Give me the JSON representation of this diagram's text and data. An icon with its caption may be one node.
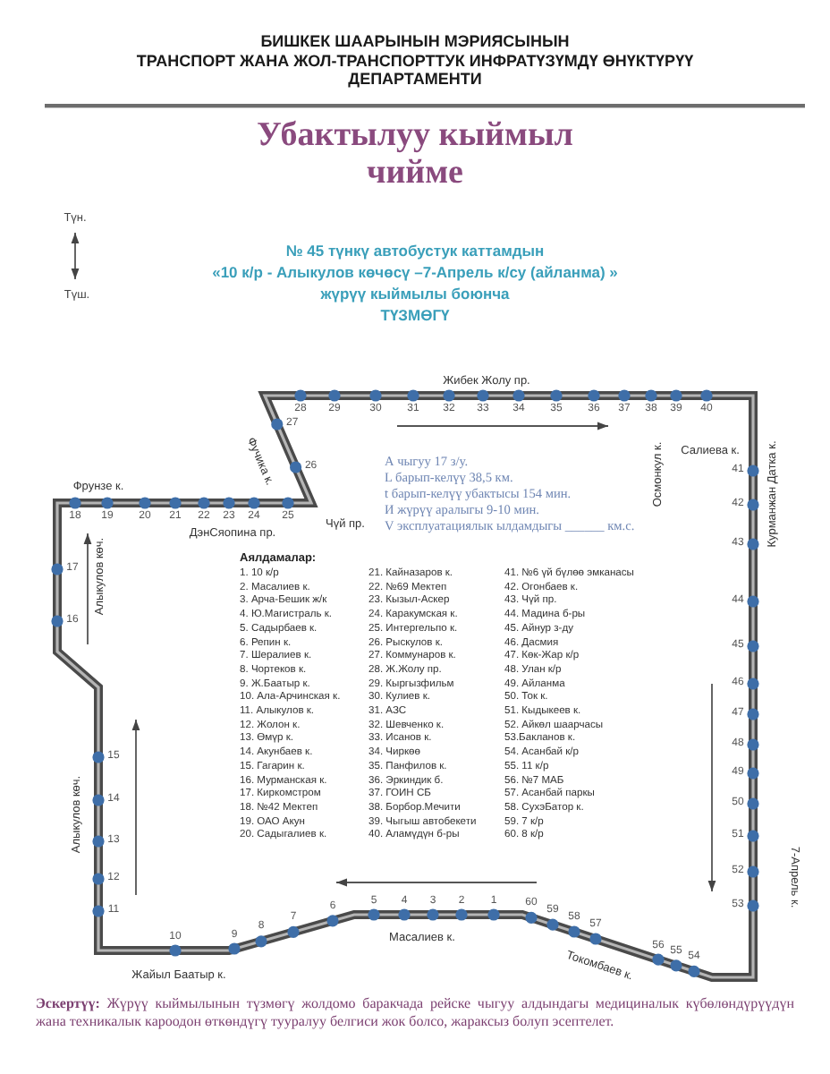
{
  "diagram": {
    "title": "Убактылуу кыймыл чийме",
    "labels": [
      "БИШКЕК ШААРЫНЫН МЭРИЯСЫНЫН",
      "ТРАНСПОРТ ЖАНА ЖОЛ-ТРАНСПОРТТУК ИНФРАТҮЗҮМДҮ ӨНҮКТҮРҮҮ",
      "ДЕПАРТАМЕНТИ",
      "Түн.",
      "Түш.",
      "№ 45 түнкү автобустук каттамдын",
      "«10 к/р - Алыкулов көчөсү –7-Апрель к/су (айланма) »",
      "жүрүү кыймылы боюнча",
      "ТҮЗМӨГҮ",
      "Жибек Жолу пр.",
      "Фучика к.",
      "Осмонкул к.",
      "Салиева к.",
      "Курманжан Датка к.",
      "Фрунзе к.",
      "ДэнСяопина пр.",
      "Чүй пр.",
      "Алыкулов көч.",
      "Алыкулов көч.",
      "7-Апрель к.",
      "Масалиев к.",
      "Токомбаев к.",
      "Жайыл Баатыр к.",
      "28",
      "29",
      "30",
      "31",
      "32",
      "33",
      "34",
      "35",
      "36",
      "37",
      "38",
      "39",
      "40",
      "27",
      "26",
      "18",
      "19",
      "20",
      "21",
      "22",
      "23",
      "24",
      "25",
      "41",
      "42",
      "43",
      "44",
      "45",
      "46",
      "47",
      "48",
      "49",
      "50",
      "51",
      "52",
      "53",
      "17",
      "16",
      "15",
      "14",
      "13",
      "12",
      "11",
      "10",
      "9",
      "8",
      "7",
      "6",
      "5",
      "4",
      "3",
      "2",
      "1",
      "60",
      "59",
      "58",
      "57",
      "56",
      "55",
      "54",
      "А чыгуу 17 з/у.",
      "L барып-келүү 38,5 км.",
      "t барып-келүү убактысы 154 мин.",
      "И жүрүү аралыгы 9-10 мин.",
      "V эксплуатациялык ылдамдыгы ______ км.с.",
      "Аялдамалар:",
      "1. 10 к/р",
      "2. Масалиев к.",
      "3. Арча-Бешик ж/к",
      "4. Ю.Магистраль к.",
      "5. Садырбаев к.",
      "6. Репин к.",
      "7. Шералиев к.",
      "8. Чортеков к.",
      "9. Ж.Баатыр к.",
      "10. Ала-Арчинская к.",
      "11. Алыкулов к.",
      "12. Жолон к.",
      "13. Өмүр к.",
      "14. Акунбаев к.",
      "15. Гагарин к.",
      "16. Мурманская к.",
      "17. Киркомстром",
      "18. №42 Мектеп",
      "19. ОАО Акун",
      "20. Садыгалиев к.",
      "21. Кайназаров к.",
      "22. №69 Мектеп",
      "23. Кызыл-Аскер",
      "24. Каракумская к.",
      "25. Интергельпо к.",
      "26. Рыскулов к.",
      "27. Коммунаров к.",
      "28. Ж.Жолу пр.",
      "29. Кыргызфильм",
      "30. Кулиев к.",
      "31. АЗС",
      "32. Шевченко к.",
      "33. Исанов к.",
      "34. Чиркөө",
      "35. Панфилов к.",
      "36. Эркиндик б.",
      "37. ГОИН СБ",
      "38. Борбор.Мечити",
      "39. Чыгыш автобекети",
      "40. Аламүдүн б-ры",
      "41. №6 үй бүлөө эмканасы",
      "42. Огонбаев к.",
      "43. Чүй пр.",
      "44. Мадина б-ры",
      "45. Айнур з-ду",
      "46. Дасмия",
      "47. Көк-Жар к/р",
      "48. Улан к/р",
      "49. Айланма",
      "50. Ток к.",
      "51. Кыдыкеев к.",
      "52. Айкөл шаарчасы",
      "53.Бакланов к.",
      "54. Асанбай к/р",
      "55. 11 к/р",
      "56. №7 МАБ",
      "57. Асанбай паркы",
      "58. СухэБатор к.",
      "59. 7 к/р",
      "60. 8 к/р",
      "**Эскертүү:** Жүрүү кыймылынын түзмөгү жолдомо баракчада рейске чыгуу алдындагы медициналык күбөлөндүрүүдүн жана техникалык кароодон өткөндүгү тууралуу белгиси жок болсо, жараксыз болуп эсептелет."
    ]
  }
}
